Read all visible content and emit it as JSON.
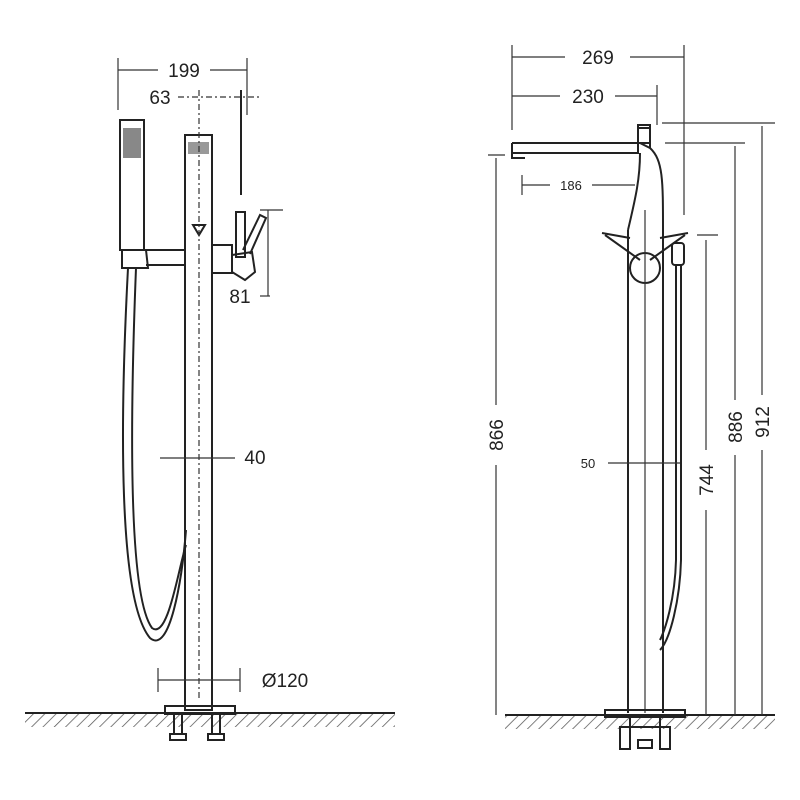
{
  "drawing": {
    "side_view": {
      "dims": {
        "overall_width": "199",
        "spout_offset": "63",
        "handle_height": "81",
        "pipe_diameter": "40",
        "base_diameter": "Ø120"
      }
    },
    "front_view": {
      "dims": {
        "total_reach": "269",
        "spout_reach": "230",
        "spout_inner": "186",
        "spout_height": "866",
        "pipe_diameter": "50",
        "holder_height": "744",
        "body_height": "886",
        "overall_height": "912"
      }
    }
  }
}
